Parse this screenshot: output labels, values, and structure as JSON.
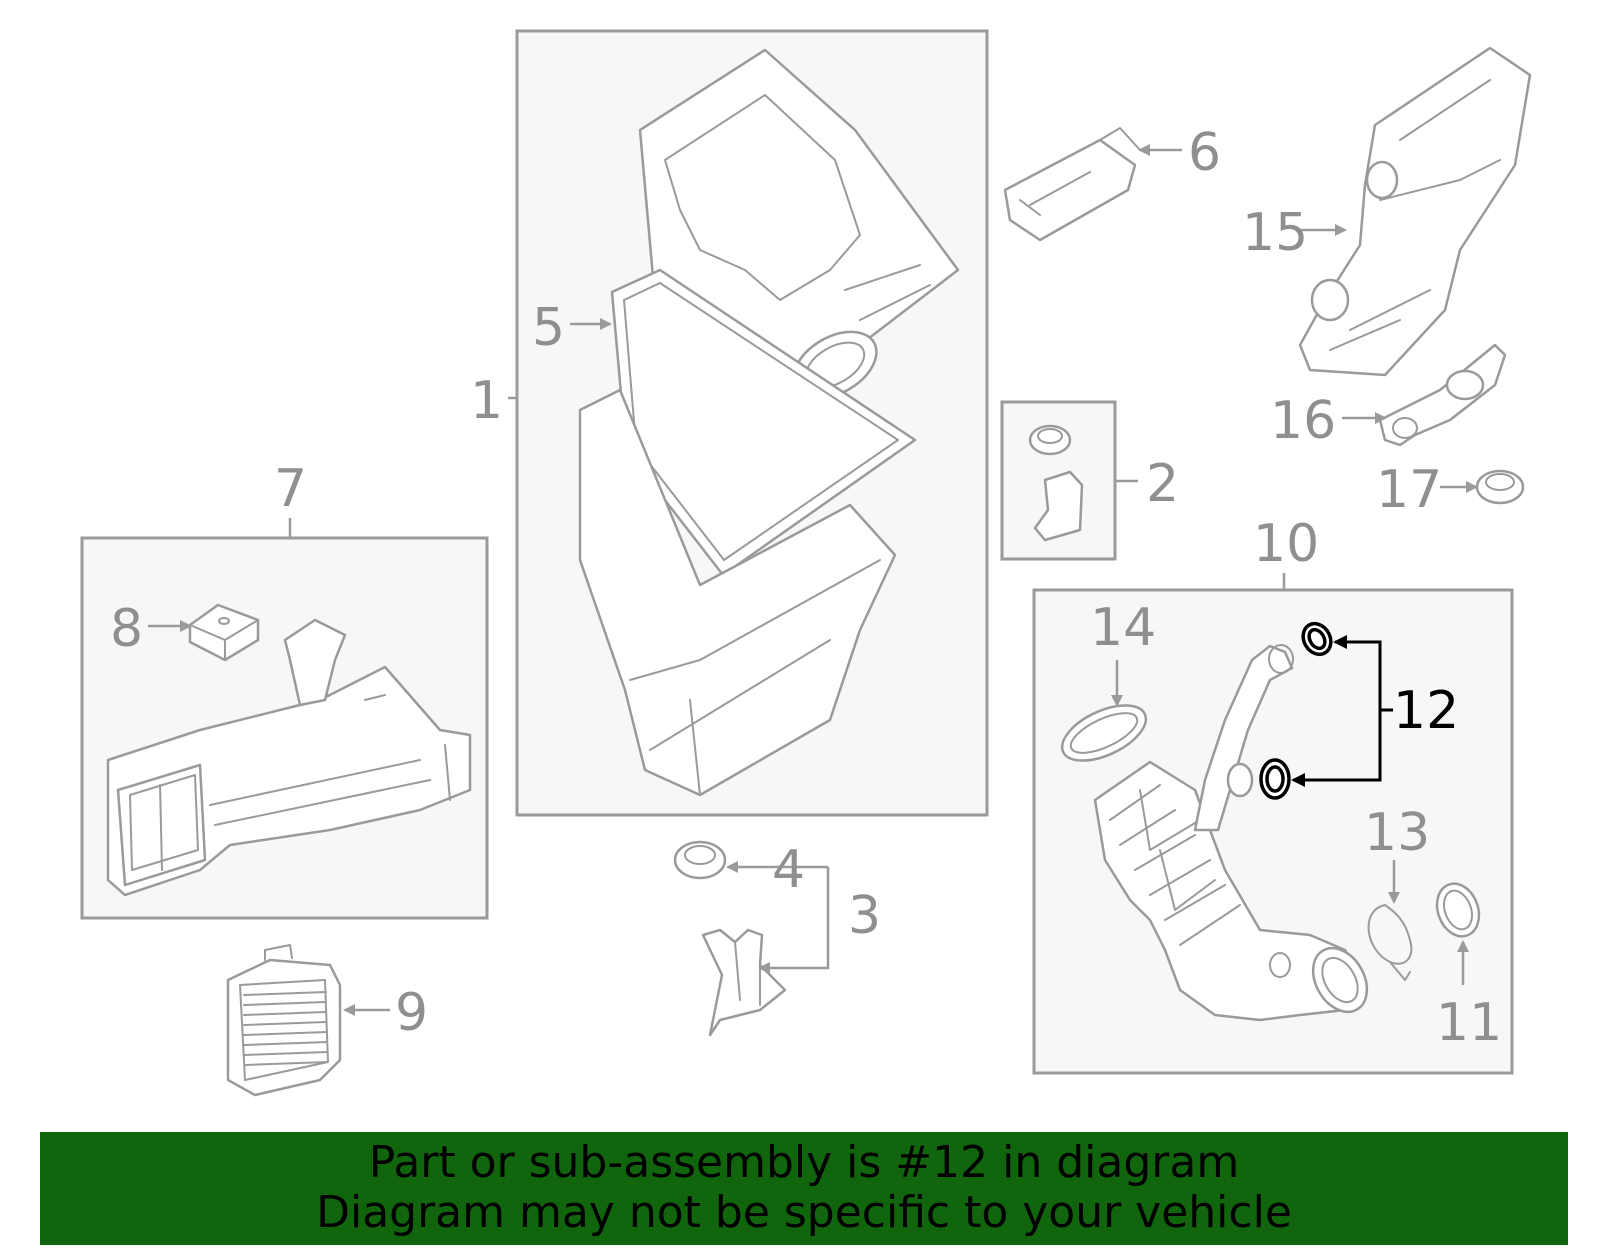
{
  "diagram": {
    "callouts": {
      "c1": "1",
      "c2": "2",
      "c3": "3",
      "c4": "4",
      "c5": "5",
      "c6": "6",
      "c7": "7",
      "c8": "8",
      "c9": "9",
      "c10": "10",
      "c11": "11",
      "c12": "12",
      "c13": "13",
      "c14": "14",
      "c15": "15",
      "c16": "16",
      "c17": "17"
    },
    "highlighted_part": "12",
    "colors": {
      "line_gray": "#9a9a9a",
      "box_fill": "#f7f7f7",
      "highlight": "#000000",
      "banner_bg": "#11650c"
    }
  },
  "banner": {
    "line1": "Part or sub-assembly is #12 in diagram",
    "line2": "Diagram may not be specific to your vehicle"
  }
}
